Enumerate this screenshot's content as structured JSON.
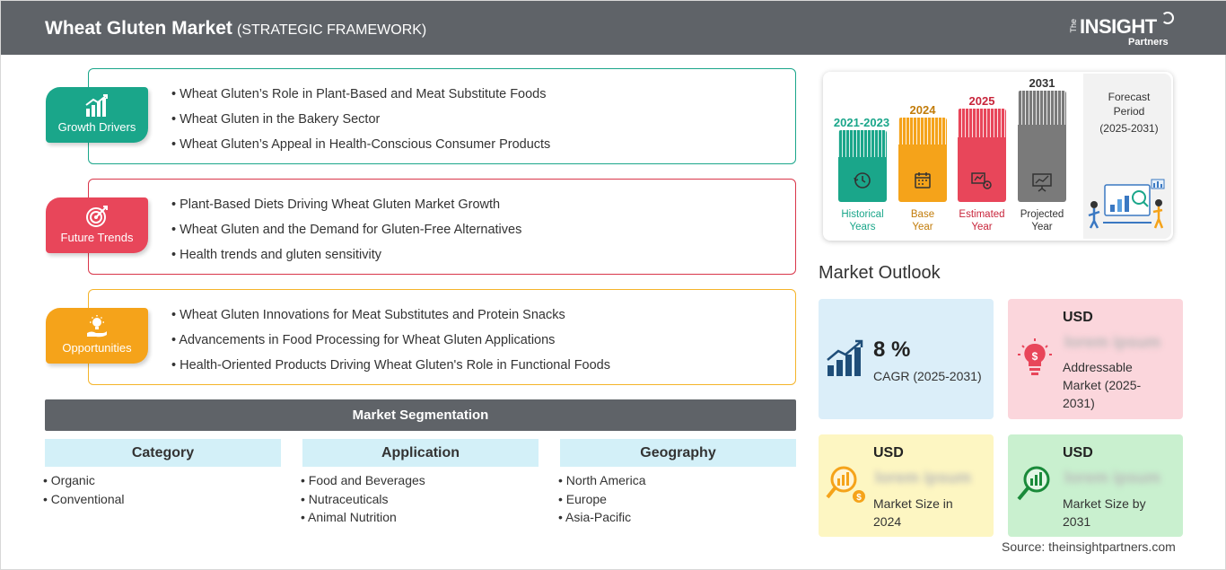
{
  "header": {
    "title": "Wheat Gluten Market",
    "subtitle": "(STRATEGIC FRAMEWORK)",
    "logo": {
      "the": "The",
      "insight": "INSIGHT",
      "partners": "Partners"
    }
  },
  "framework": [
    {
      "tag": "Growth Drivers",
      "color": "#1aa68a",
      "icon": "bar-chart-growth-icon",
      "items": [
        "Wheat Gluten’s Role in Plant-Based and Meat Substitute Foods",
        "Wheat Gluten in the Bakery Sector",
        "Wheat Gluten’s Appeal in Health-Conscious Consumer Products"
      ]
    },
    {
      "tag": "Future Trends",
      "color": "#e8465a",
      "icon": "target-icon",
      "items": [
        "Plant-Based Diets Driving Wheat Gluten Market Growth",
        "Wheat Gluten and the Demand for Gluten-Free Alternatives",
        "Health trends and gluten sensitivity"
      ]
    },
    {
      "tag": "Opportunities",
      "color": "#f5a31a",
      "icon": "lightbulb-hand-icon",
      "items": [
        "Wheat Gluten Innovations for Meat Substitutes and Protein Snacks",
        "Advancements in Food Processing for Wheat Gluten Applications",
        "Health-Oriented Products Driving Wheat Gluten's Role in Functional Foods"
      ]
    }
  ],
  "segmentation": {
    "title": "Market Segmentation",
    "columns": [
      {
        "title": "Category",
        "items": [
          "Organic",
          "Conventional"
        ]
      },
      {
        "title": "Application",
        "items": [
          "Food and Beverages",
          "Nutraceuticals",
          "Animal Nutrition"
        ]
      },
      {
        "title": "Geography",
        "items": [
          "North America",
          "Europe",
          "Asia-Pacific"
        ]
      }
    ]
  },
  "timeline": {
    "periods": [
      {
        "year": "2021-2023",
        "label_line1": "Historical",
        "label_line2": "Years",
        "color": "#1aa68a",
        "icon": "history-icon"
      },
      {
        "year": "2024",
        "label_line1": "Base",
        "label_line2": "Year",
        "color": "#f5a31a",
        "icon": "calendar-icon"
      },
      {
        "year": "2025",
        "label_line1": "Estimated",
        "label_line2": "Year",
        "color": "#e8465a",
        "icon": "estimate-gear-icon"
      },
      {
        "year": "2031",
        "label_line1": "Projected",
        "label_line2": "Year",
        "color": "#7a7a7a",
        "icon": "presentation-chart-icon"
      }
    ],
    "forecast": {
      "line1": "Forecast",
      "line2": "Period",
      "line3": "(2025-2031)"
    }
  },
  "outlook": {
    "title": "Market Outlook",
    "cagr": {
      "value": "8 %",
      "label": "CAGR (2025-2031)",
      "bg": "#dbeef9"
    },
    "addressable": {
      "currency": "USD",
      "value": "lorem ipsum",
      "label": "Addressable Market (2025-2031)",
      "bg": "#fbd6dc"
    },
    "size2024": {
      "currency": "USD",
      "value": "lorem ipsum",
      "label_line1": "Market Size in",
      "label_line2": "2024",
      "bg": "#fdf6c2"
    },
    "size2031": {
      "currency": "USD",
      "value": "lorem ipsum",
      "label_line1": "Market Size by",
      "label_line2": "2031",
      "bg": "#c9f0cf"
    }
  },
  "source": "Source: theinsightpartners.com"
}
